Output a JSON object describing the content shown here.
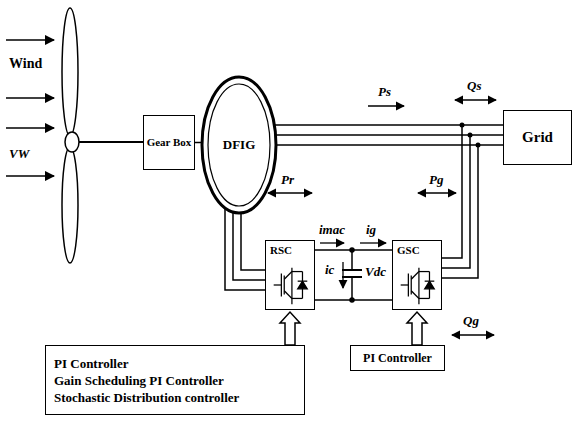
{
  "diagram": {
    "nodes": [
      {
        "text": [
          "Gear Box"
        ]
      },
      {
        "text": [
          "DFIG"
        ]
      },
      {
        "text": [
          "Grid"
        ]
      },
      {
        "text": [
          "RSC"
        ]
      },
      {
        "text": [
          "GSC"
        ]
      },
      {
        "text": [
          "PI Controller",
          "Gain Scheduling PI Controller",
          "Stochastic Distribution controller"
        ]
      },
      {
        "text": [
          "PI Controller"
        ]
      }
    ],
    "edges": [
      {
        "from": 0,
        "to": 1,
        "arrow": "none"
      },
      {
        "from": 1,
        "to": 2,
        "arrow": "none"
      },
      {
        "from": 1,
        "to": 3,
        "arrow": "none"
      },
      {
        "from": 3,
        "to": 4,
        "arrow": "none"
      },
      {
        "from": 4,
        "to": 2,
        "arrow": "none"
      },
      {
        "from": 5,
        "to": 3,
        "arrow": "to"
      },
      {
        "from": 6,
        "to": 4,
        "arrow": "to"
      }
    ],
    "labels": [
      "Wind",
      "VW",
      "Ps",
      "Qs",
      "Pr",
      "imac",
      "ig",
      "ic",
      "Vdc",
      "Pg",
      "Qg"
    ]
  }
}
